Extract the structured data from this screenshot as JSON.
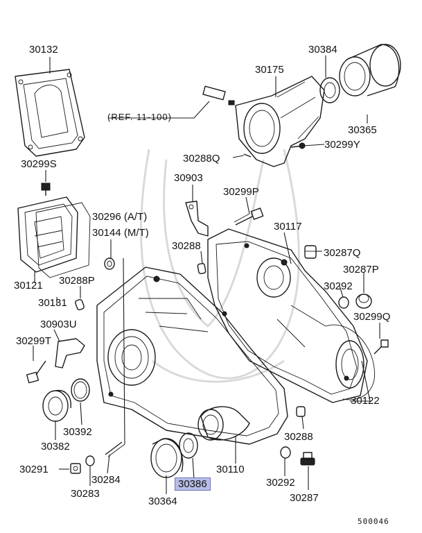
{
  "diagram": {
    "reference_text": "(REF. 11-100)",
    "figure_code": "500046",
    "highlighted_part": "30386",
    "part_labels": [
      {
        "id": "p30132",
        "text": "30132"
      },
      {
        "id": "p30384",
        "text": "30384"
      },
      {
        "id": "p30175",
        "text": "30175"
      },
      {
        "id": "p30365",
        "text": "30365"
      },
      {
        "id": "p30299Y",
        "text": "30299Y"
      },
      {
        "id": "p30288Q",
        "text": "30288Q"
      },
      {
        "id": "p30299S",
        "text": "30299S"
      },
      {
        "id": "p30903",
        "text": "30903"
      },
      {
        "id": "p30299P",
        "text": "30299P"
      },
      {
        "id": "p30296",
        "text": "30296 (A/T)"
      },
      {
        "id": "p30144",
        "text": "30144 (M/T)"
      },
      {
        "id": "p30117",
        "text": "30117"
      },
      {
        "id": "p30288",
        "text": "30288"
      },
      {
        "id": "p30287Q",
        "text": "30287Q"
      },
      {
        "id": "p30287P",
        "text": "30287P"
      },
      {
        "id": "p30121",
        "text": "30121"
      },
      {
        "id": "p30288P",
        "text": "30288P"
      },
      {
        "id": "p30292a",
        "text": "30292"
      },
      {
        "id": "p30131",
        "text": "30131"
      },
      {
        "id": "p30299Q",
        "text": "30299Q"
      },
      {
        "id": "p30903U",
        "text": "30903U"
      },
      {
        "id": "p30299T",
        "text": "30299T"
      },
      {
        "id": "p30122",
        "text": "30122"
      },
      {
        "id": "p30392",
        "text": "30392"
      },
      {
        "id": "p30382",
        "text": "30382"
      },
      {
        "id": "p30288b",
        "text": "30288"
      },
      {
        "id": "p30110",
        "text": "30110"
      },
      {
        "id": "p30291",
        "text": "30291"
      },
      {
        "id": "p30284",
        "text": "30284"
      },
      {
        "id": "p30292b",
        "text": "30292"
      },
      {
        "id": "p30386",
        "text": "30386"
      },
      {
        "id": "p30283",
        "text": "30283"
      },
      {
        "id": "p30287",
        "text": "30287"
      },
      {
        "id": "p30364",
        "text": "30364"
      }
    ]
  }
}
